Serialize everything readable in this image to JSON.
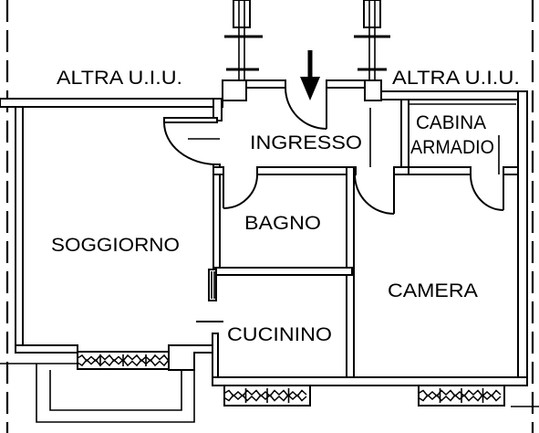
{
  "plan": {
    "neighbor_left": "ALTRA U.I.U.",
    "neighbor_right": "ALTRA U.I.U.",
    "rooms": {
      "ingresso": "INGRESSO",
      "cabina_armadio_line1": "CABINA",
      "cabina_armadio_line2": "ARMADIO",
      "bagno": "BAGNO",
      "soggiorno": "SOGGIORNO",
      "camera": "CAMERA",
      "cucinino": "CUCININO"
    }
  },
  "icons": {
    "entrance": "arrow-down-icon"
  },
  "colors": {
    "ink": "#000000",
    "paper": "#ffffff"
  }
}
